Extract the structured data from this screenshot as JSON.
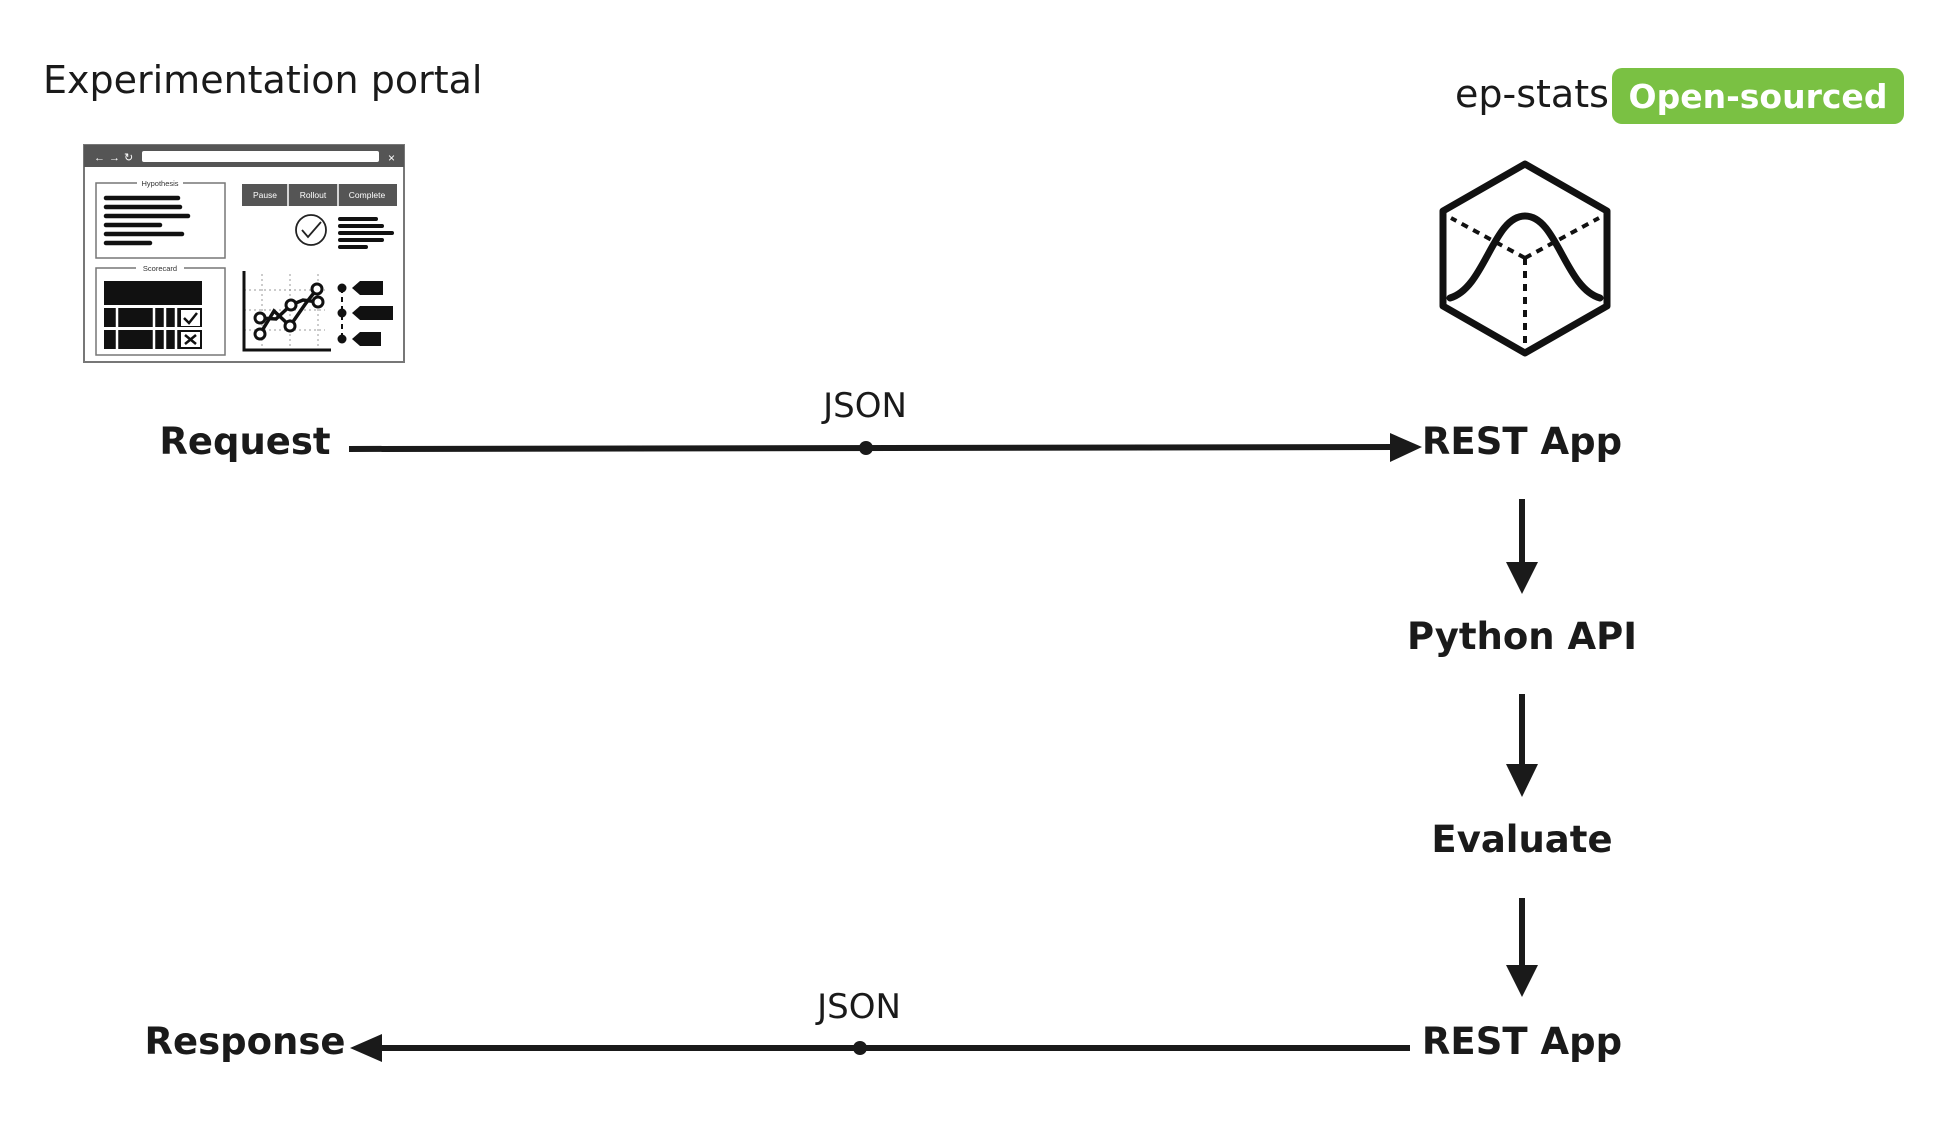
{
  "portal": {
    "title": "Experimentation portal",
    "browser_close": "×",
    "hypothesis_label": "Hypothesis",
    "scorecard_label": "Scorecard",
    "buttons": [
      "Pause",
      "Rollout",
      "Complete"
    ]
  },
  "epstats": {
    "title": "ep-stats",
    "badge": "Open-sourced",
    "logo_icon": "hexagon-distribution-icon"
  },
  "flow": {
    "request": "Request",
    "response": "Response",
    "json_top": "JSON",
    "json_bottom": "JSON",
    "rest_app_top": "REST App",
    "python_api": "Python API",
    "evaluate": "Evaluate",
    "rest_app_bottom": "REST App"
  },
  "colors": {
    "accent_green": "#7ac143",
    "ink": "#1a1a1a",
    "mock_gray": "#555555"
  }
}
